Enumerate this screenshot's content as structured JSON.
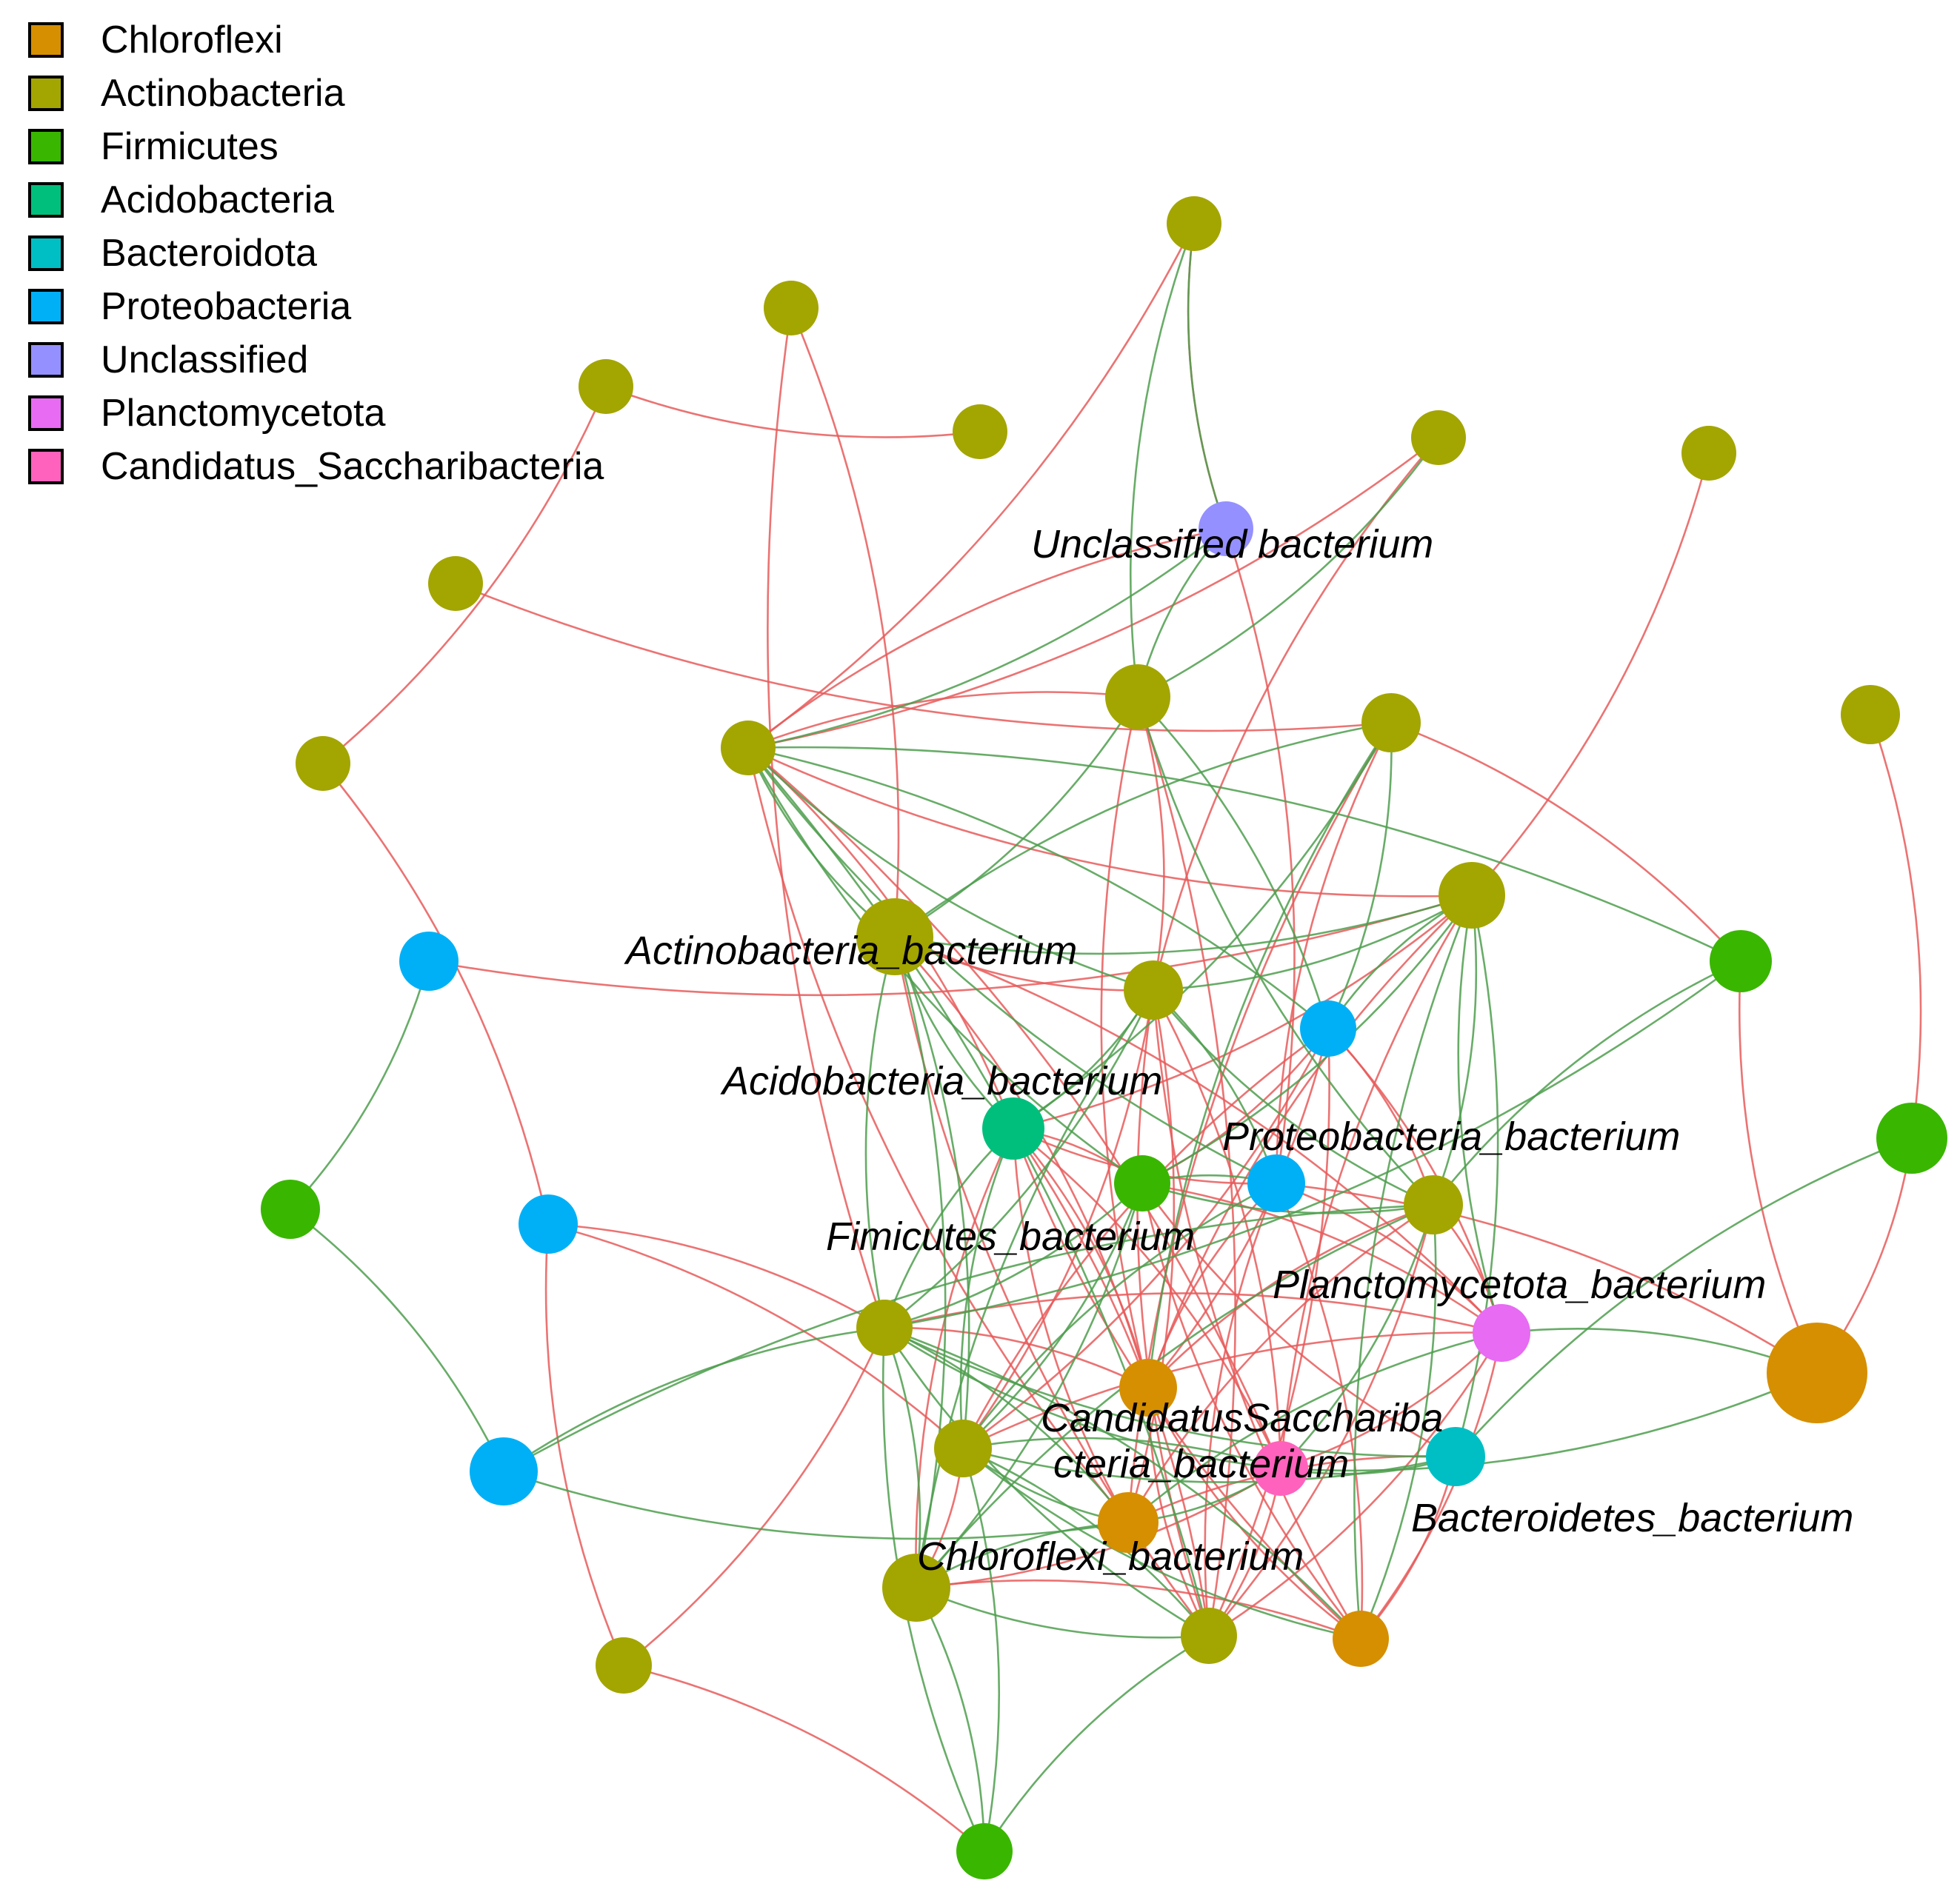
{
  "legend": [
    {
      "id": "chl",
      "label": "Chloroflexi",
      "color": "#D68F00"
    },
    {
      "id": "act",
      "label": "Actinobacteria",
      "color": "#A3A500"
    },
    {
      "id": "fir",
      "label": "Firmicutes",
      "color": "#39B600"
    },
    {
      "id": "aci",
      "label": "Acidobacteria",
      "color": "#00BF7D"
    },
    {
      "id": "bac",
      "label": "Bacteroidota",
      "color": "#00BFC4"
    },
    {
      "id": "pro",
      "label": "Proteobacteria",
      "color": "#00B0F6"
    },
    {
      "id": "unc",
      "label": "Unclassified",
      "color": "#9590FF"
    },
    {
      "id": "pla",
      "label": "Planctomycetota",
      "color": "#E76BF3"
    },
    {
      "id": "can",
      "label": "Candidatus_Saccharibacteria",
      "color": "#FF62BC"
    }
  ],
  "edge_colors": {
    "positive": "#E85A5A",
    "negative": "#4E9E4E"
  },
  "labels": {
    "unclassified": "Unclassified bacterium",
    "actinobacteria": "Actinobacteria_bacterium",
    "acidobacteria": "Acidobacteria_bacterium",
    "proteobacteria": "Proteobacteria_bacterium",
    "firmicutes": "Fimicutes_bacterium",
    "planctomycetota": "Planctomycetota_bacterium",
    "candidatus_1": "CandidatusSaccharib​a",
    "candidatus_2": "cteria_bacterium",
    "bacteroidetes": "Bacteroidetes_bacterium",
    "chloroflexi": "Chloroflexi_bacterium"
  }
}
